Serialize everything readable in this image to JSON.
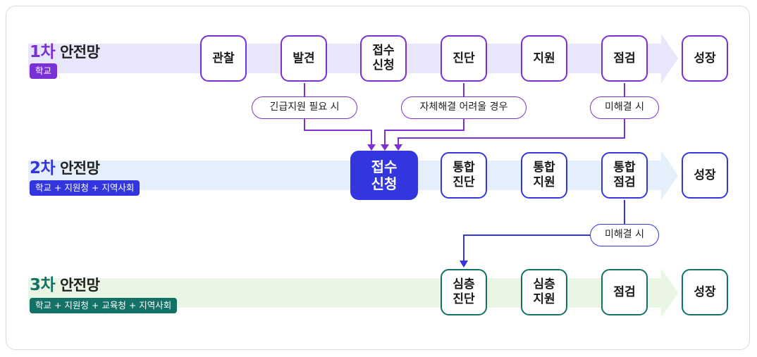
{
  "colors": {
    "tier1": "#7b2fd6",
    "tier2": "#3336de",
    "tier3": "#137265",
    "band1": "#e7e6fb",
    "band2": "#e5eefb",
    "band3": "#e9f6e3"
  },
  "tiers": [
    {
      "num": "1차",
      "label": "안전망",
      "badge": "학교",
      "nodes": [
        "관찰",
        "발견",
        "접수\n신청",
        "진단",
        "지원",
        "점검",
        "성장"
      ]
    },
    {
      "num": "2차",
      "label": "안전망",
      "badge": "학교 + 지원청 + 지역사회",
      "main_node": "접수\n신청",
      "nodes": [
        "통합\n진단",
        "통합\n지원",
        "통합\n점검",
        "성장"
      ]
    },
    {
      "num": "3차",
      "label": "안전망",
      "badge": "학교 + 지원청 + 교육청 + 지역사회",
      "nodes": [
        "심층\n진단",
        "심층\n지원",
        "점검",
        "성장"
      ]
    }
  ],
  "conditions": {
    "urgent": "긴급지원 필요 시",
    "self_hard": "자체해결 어려울 경우",
    "unresolved_1": "미해결 시",
    "unresolved_2": "미해결 시"
  }
}
